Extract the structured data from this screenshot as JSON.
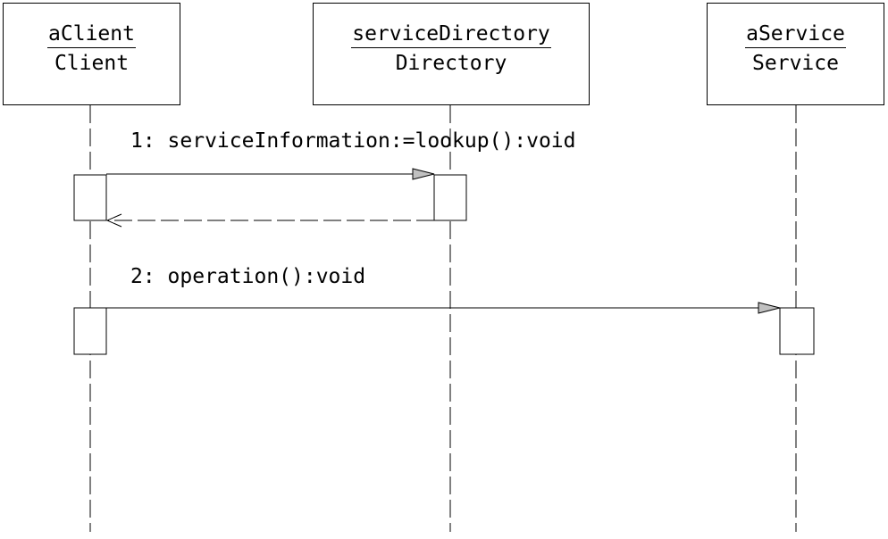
{
  "lifelines": [
    {
      "instance": "aClient",
      "type": "Client"
    },
    {
      "instance": "serviceDirectory",
      "type": "Directory"
    },
    {
      "instance": "aService",
      "type": "Service"
    }
  ],
  "messages": [
    {
      "label": "1: serviceInformation:=lookup():void"
    },
    {
      "label": "2: operation():void"
    }
  ],
  "colors": {
    "line": "#000000",
    "arrowhead_fill": "#c0c0c0",
    "background": "#ffffff"
  }
}
